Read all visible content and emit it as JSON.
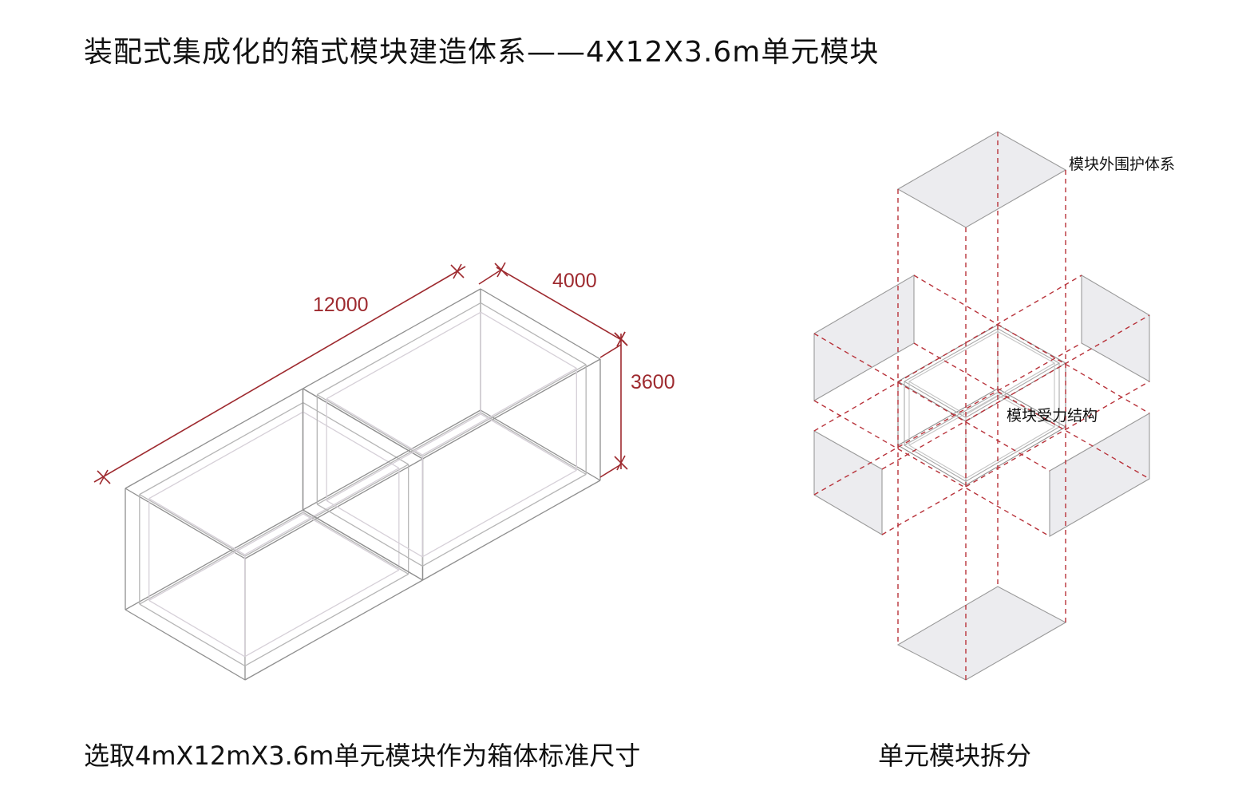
{
  "title": "装配式集成化的箱式模块建造体系——4X12X3.6m单元模块",
  "left_diagram": {
    "dimensions": {
      "length": "12000",
      "width": "4000",
      "height": "3600"
    },
    "caption": "选取4mX12mX3.6m单元模块作为箱体标准尺寸"
  },
  "right_diagram": {
    "label_envelope": "模块外围护体系",
    "label_structure": "模块受力结构",
    "caption": "单元模块拆分"
  },
  "colors": {
    "dimension": "#9e2a2f",
    "frame": "#9a9a9a",
    "panel_fill": "#ececef",
    "dashed": "#b8323a"
  }
}
